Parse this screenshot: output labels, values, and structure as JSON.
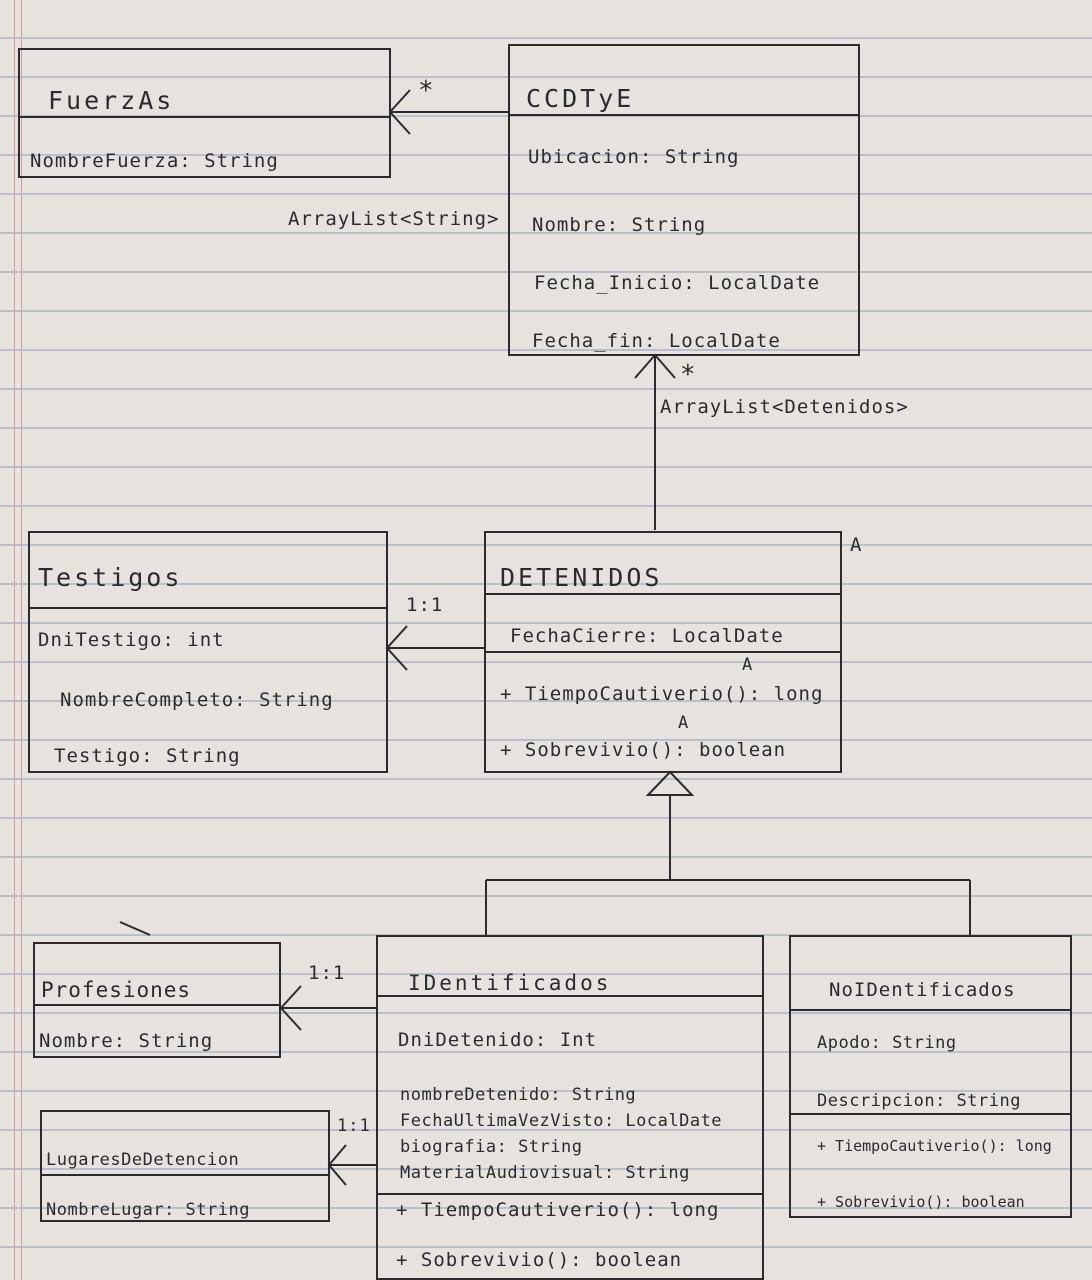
{
  "classes": {
    "fuerzas": {
      "name": "FuerzAs",
      "attrs": [
        "NombreFuerza: String"
      ]
    },
    "ccdtye": {
      "name": "CCDTyE",
      "attrs": [
        "Ubicacion: String",
        "Nombre: String",
        "Fecha_Inicio: LocalDate",
        "Fecha_fin: LocalDate"
      ]
    },
    "testigos": {
      "name": "Testigos",
      "attrs": [
        "DniTestigo: int",
        "NombreCompleto: String",
        "Testigo: String"
      ]
    },
    "detenidos": {
      "name": "DETENIDOS",
      "attrs": [
        "FechaCierre: LocalDate"
      ],
      "methods": [
        "+ TiempoCautiverio(): long",
        "+ Sobrevivio(): boolean"
      ],
      "abstract_mark": "A",
      "method_marks": [
        "A",
        "A"
      ]
    },
    "profesiones": {
      "name": "Profesiones",
      "attrs": [
        "Nombre: String"
      ]
    },
    "lugares": {
      "name": "LugaresDeDetencion",
      "attrs": [
        "NombreLugar: String"
      ]
    },
    "identificados": {
      "name": "IDentificados",
      "attrs": [
        "DniDetenido: Int",
        "nombreDetenido: String",
        "FechaUltimaVezVisto: LocalDate",
        "biografia: String",
        "MaterialAudiovisual: String"
      ],
      "methods": [
        "+ TiempoCautiverio(): long",
        "+ Sobrevivio(): boolean"
      ]
    },
    "noidentificados": {
      "name": "NoIDentificados",
      "attrs": [
        "Apodo: String",
        "Descripcion: String"
      ],
      "methods": [
        "+ TiempoCautiverio(): long",
        "+ Sobrevivio(): boolean"
      ]
    }
  },
  "labels": {
    "fuerzas_mult": "*",
    "fuerzas_list": "ArrayList<String>",
    "detenidos_mult": "*",
    "detenidos_list": "ArrayList<Detenidos>",
    "testigos_mult": "1:1",
    "profesiones_mult": "1:1",
    "lugares_mult": "1:1"
  },
  "ink_color": "#2b2b2e",
  "paper_color": "#e6e3df",
  "rule_color": "#b9c0cc",
  "margin_color": "#d99aa0"
}
